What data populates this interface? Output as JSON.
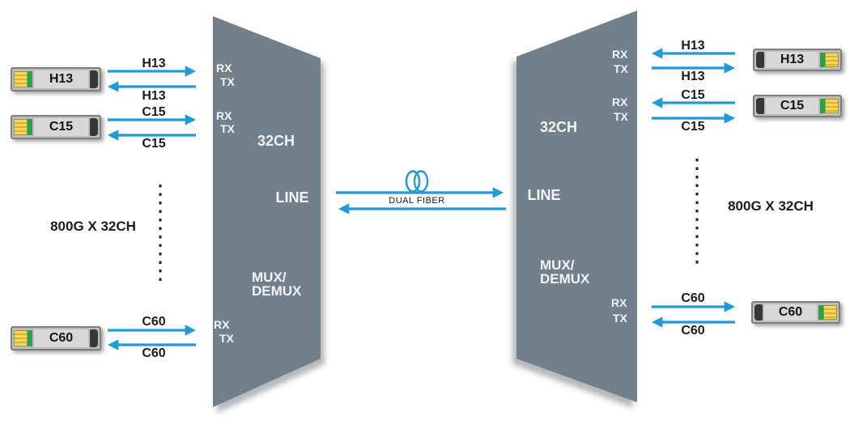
{
  "colors": {
    "arrow_blue": "#1f9bd7",
    "mux_gray": "#71808b",
    "mux_text": "#f3f5f6",
    "label_text": "#1c1c1c",
    "transceiver_body": "#bdbdbd",
    "transceiver_yellow": "#f2cf4a",
    "transceiver_green": "#2aa14f",
    "transceiver_cap": "#39353c"
  },
  "center": {
    "dual_fiber_label": "DUAL FIBER",
    "fiber_coil_icon": "fiber-coil-icon"
  },
  "left_mux": {
    "size_label": "32CH",
    "line_label": "LINE",
    "mux_label": "MUX/",
    "demux_label": "DEMUX",
    "ports": [
      {
        "rx": "RX",
        "tx": "TX"
      },
      {
        "rx": "RX",
        "tx": "TX"
      },
      {
        "rx": "RX",
        "tx": "TX"
      }
    ]
  },
  "right_mux": {
    "size_label": "32CH",
    "line_label": "LINE",
    "mux_label": "MUX/",
    "demux_label": "DEMUX",
    "ports": [
      {
        "rx": "RX",
        "tx": "TX"
      },
      {
        "rx": "RX",
        "tx": "TX"
      },
      {
        "rx": "RX",
        "tx": "TX"
      }
    ]
  },
  "left_group": {
    "capacity_label": "800G X 32CH",
    "channels": [
      {
        "transceiver": "H13",
        "arrow_top": "H13",
        "arrow_bottom": "H13"
      },
      {
        "transceiver": "C15",
        "arrow_top": "C15",
        "arrow_bottom": "C15"
      },
      {
        "transceiver": "C60",
        "arrow_top": "C60",
        "arrow_bottom": "C60"
      }
    ]
  },
  "right_group": {
    "capacity_label": "800G X 32CH",
    "channels": [
      {
        "transceiver": "H13",
        "arrow_top": "H13",
        "arrow_bottom": "H13"
      },
      {
        "transceiver": "C15",
        "arrow_top": "C15",
        "arrow_bottom": "C15"
      },
      {
        "transceiver": "C60",
        "arrow_top": "C60",
        "arrow_bottom": "C60"
      }
    ]
  }
}
